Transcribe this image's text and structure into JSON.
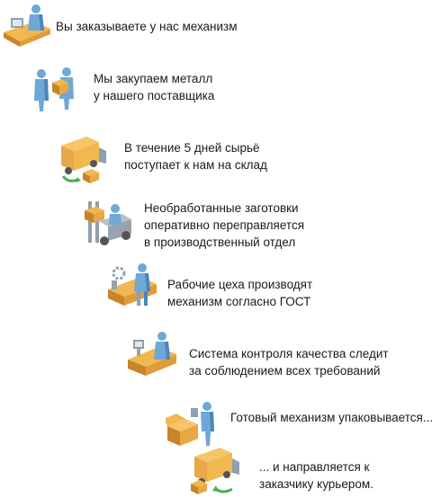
{
  "steps": [
    {
      "icon": "customer-computer-icon",
      "lines": [
        "Вы заказываете у нас механизм"
      ]
    },
    {
      "icon": "purchase-metal-icon",
      "lines": [
        "Мы закупаем металл",
        "у нашего поставщика"
      ]
    },
    {
      "icon": "delivery-truck-icon",
      "lines": [
        "В течение 5 дней сырьё",
        "поступает к нам на склад"
      ]
    },
    {
      "icon": "forklift-icon",
      "lines": [
        "Необработанные заготовки",
        "оперативно переправляется",
        "в производственный отдел"
      ]
    },
    {
      "icon": "production-line-icon",
      "lines": [
        "Рабочие цеха производят",
        "механизм согласно ГОСТ"
      ]
    },
    {
      "icon": "quality-control-icon",
      "lines": [
        "Система контроля качества следит",
        "за соблюдением всех требований"
      ]
    },
    {
      "icon": "packing-icon",
      "lines": [
        "Готовый механизм упаковывается..."
      ]
    },
    {
      "icon": "courier-truck-icon",
      "lines": [
        "... и направляется к",
        "заказчику курьером."
      ]
    }
  ],
  "colors": {
    "skin": "#6fa8d6",
    "shadow": "#4a86bb",
    "box": "#e8a845",
    "boxDark": "#c9842a",
    "desk": "#f0b84f",
    "gray": "#9aa3ad",
    "green": "#4caf50"
  }
}
